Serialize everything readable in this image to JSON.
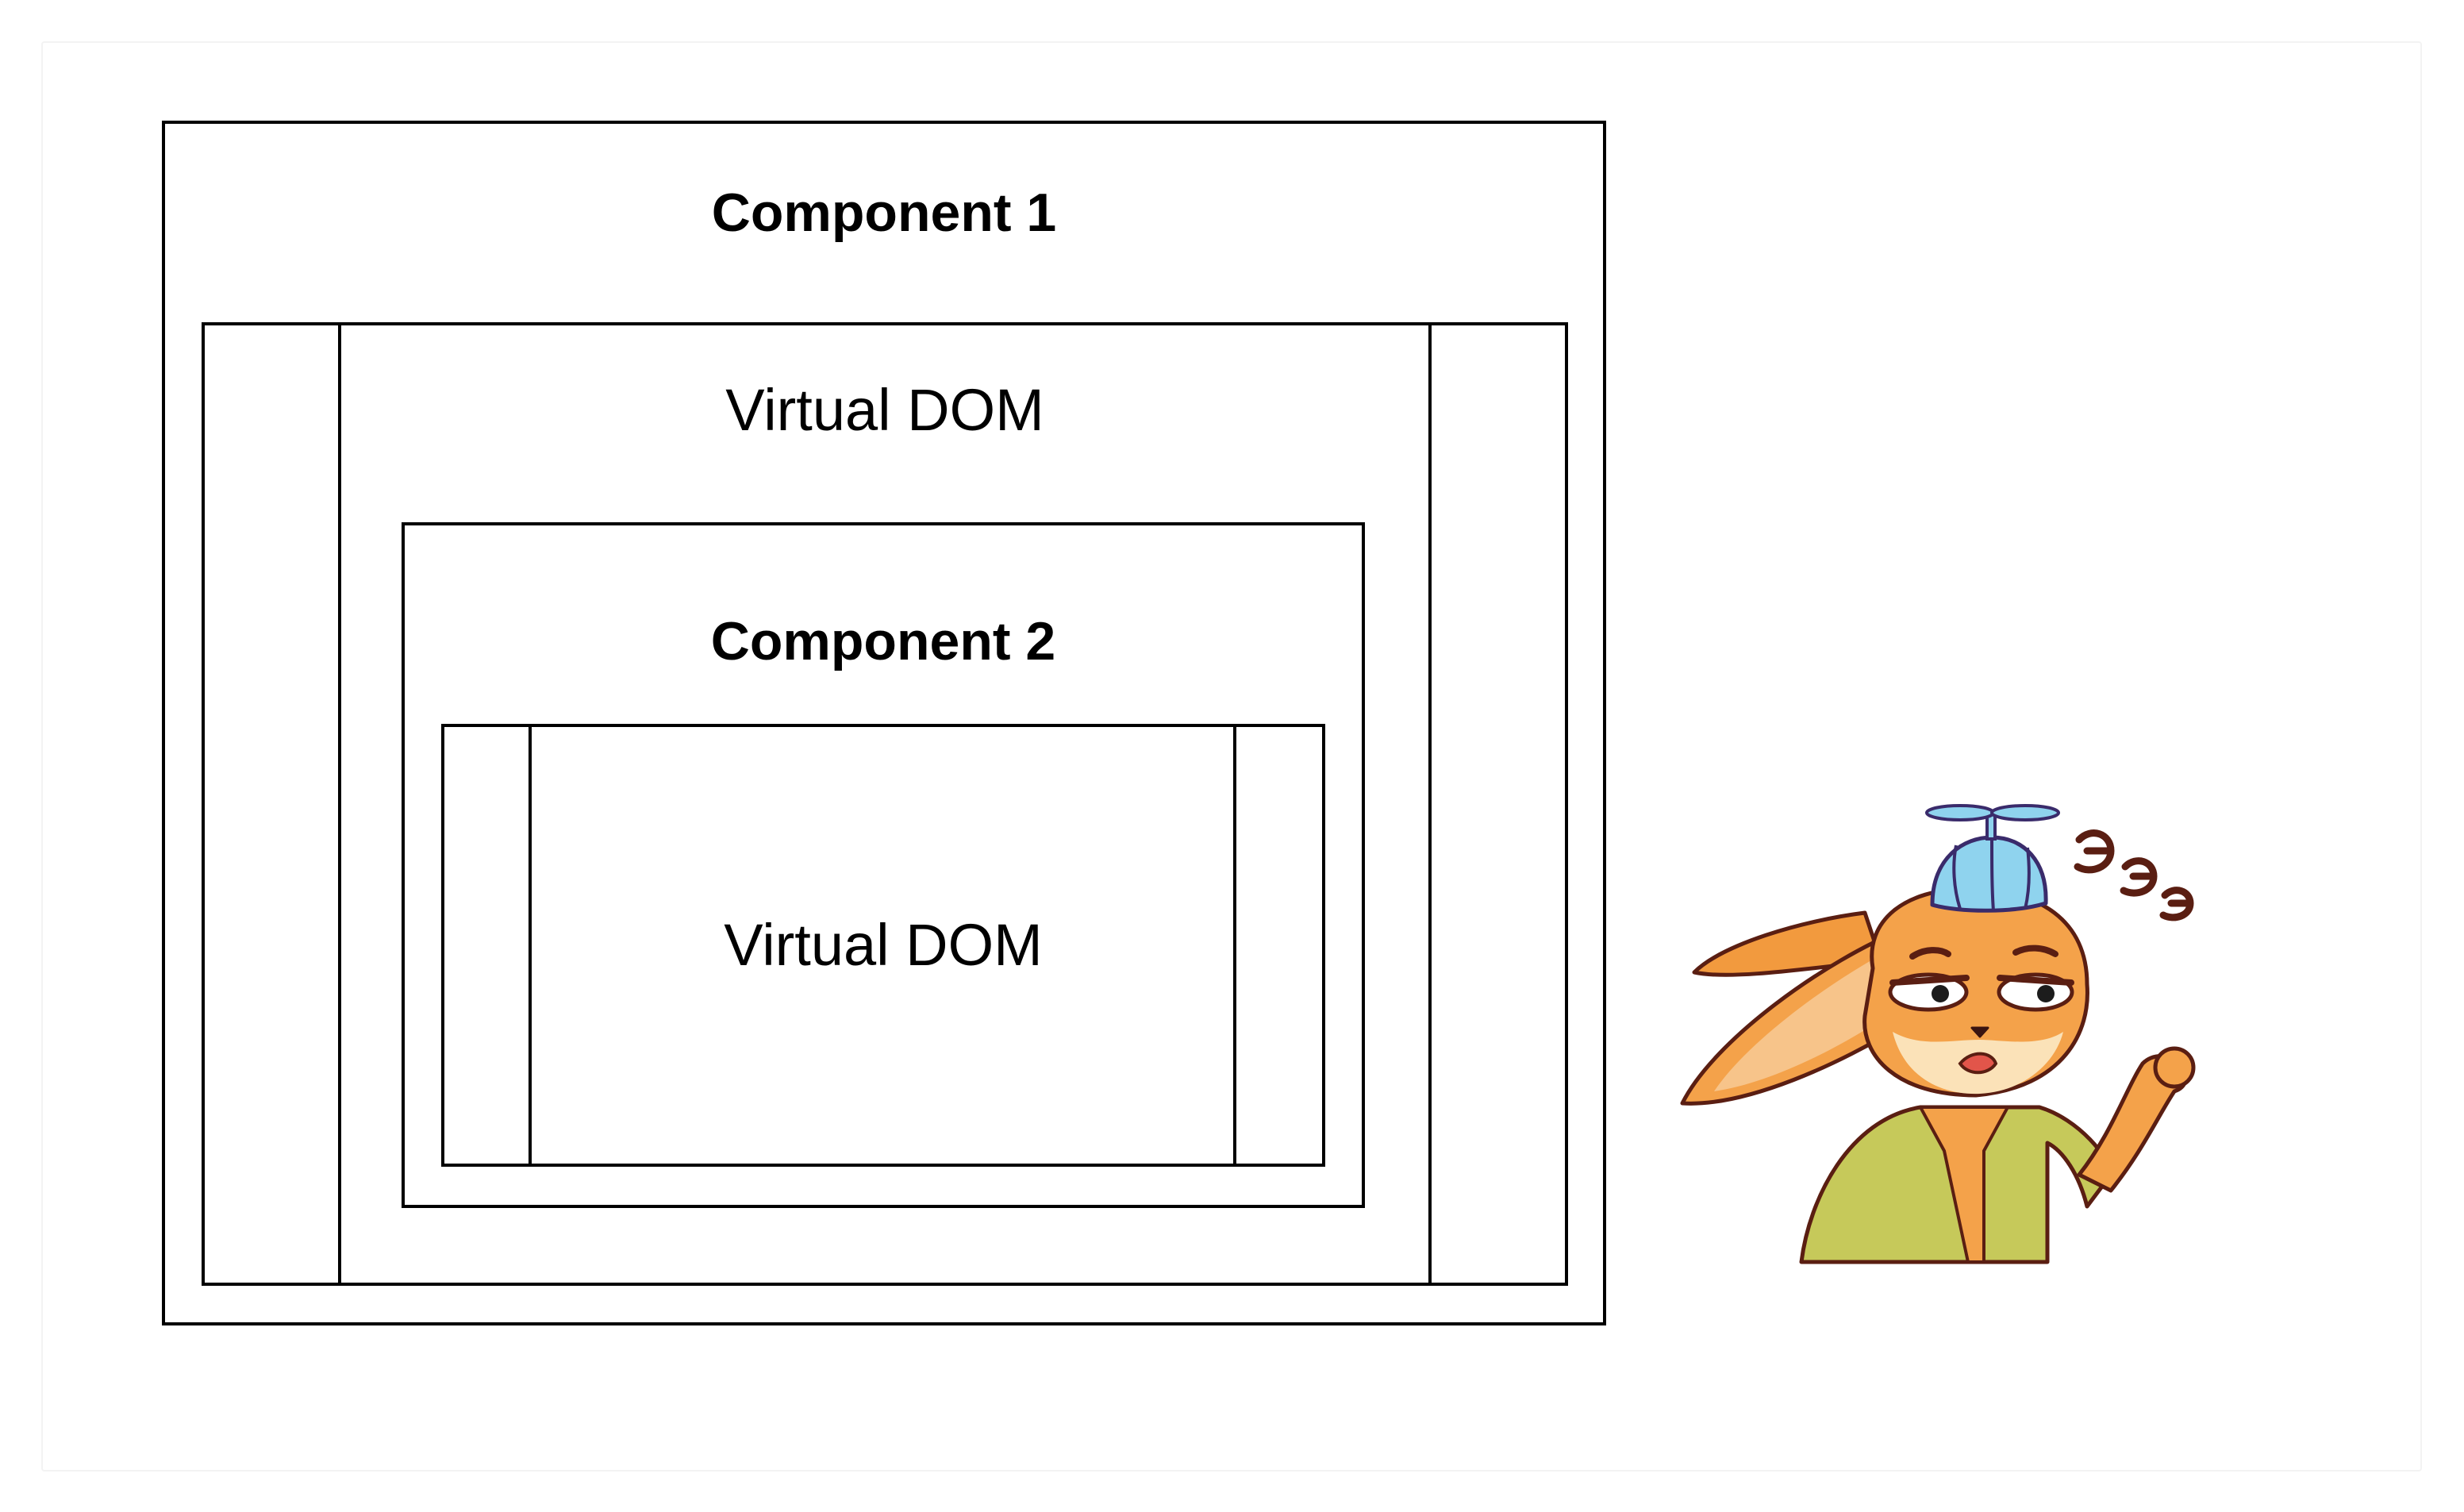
{
  "diagram": {
    "outer_component": {
      "label": "Component 1",
      "virtual_dom": {
        "label": "Virtual DOM",
        "inner_component": {
          "label": "Component 2",
          "virtual_dom": {
            "label": "Virtual DOM"
          }
        }
      }
    }
  },
  "mascot": {
    "icon": "confused-bunny-with-propeller-cap-icon",
    "speech_text": "эээ"
  },
  "colors": {
    "stroke": "#000000",
    "background": "#ffffff",
    "fur": "#f4a24a",
    "cap": "#8fd3ee",
    "shirt": "#c6c95a"
  }
}
